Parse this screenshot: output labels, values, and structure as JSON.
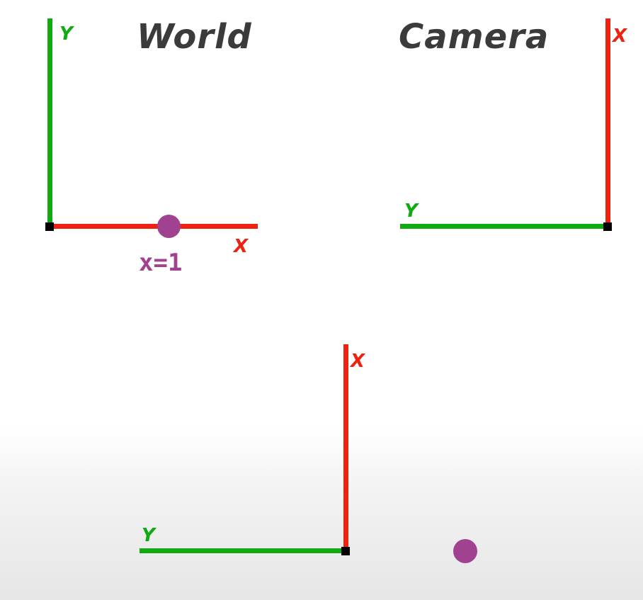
{
  "colors": {
    "x_axis": "#ee2211",
    "y_axis": "#11aa11",
    "point": "#a0428f",
    "origin": "#000000",
    "title": "#3b3b3b"
  },
  "world": {
    "title": "World",
    "x_label": "X",
    "y_label": "Y",
    "point_label": "x=1"
  },
  "camera": {
    "title": "Camera",
    "x_label": "X",
    "y_label": "Y"
  },
  "bottom": {
    "x_label": "X",
    "y_label": "Y"
  }
}
